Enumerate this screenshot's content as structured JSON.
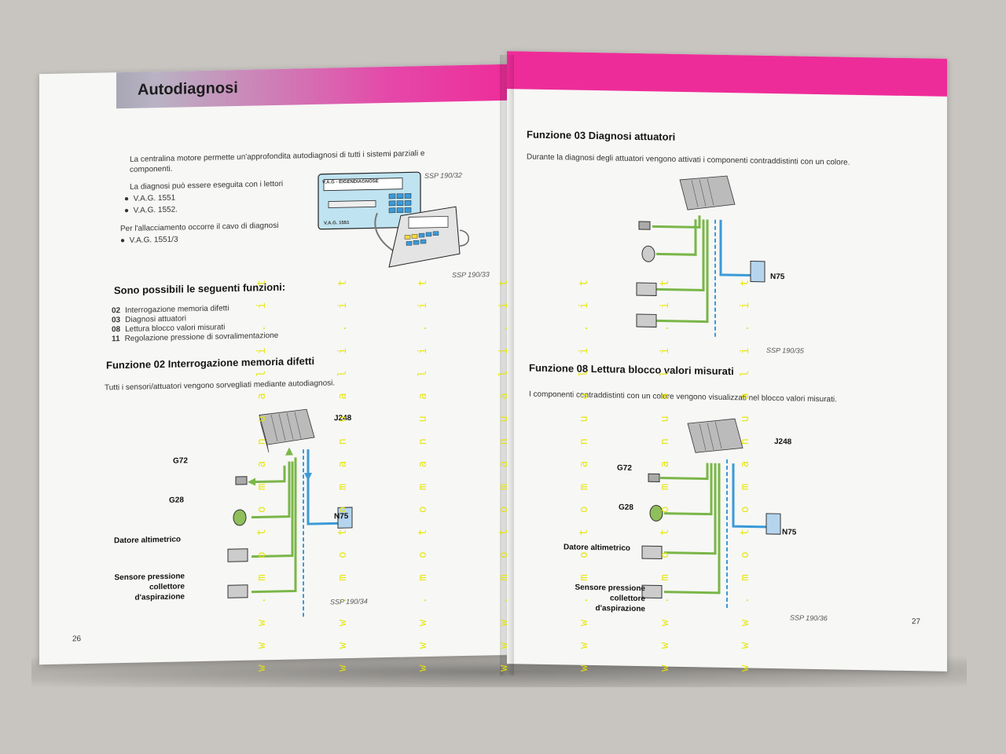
{
  "left": {
    "header_title": "Autodiagnosi",
    "intro": "La centralina motore permette un'approfondita autodiagnosi di tutti i sistemi parziali e componenti.",
    "readers_intro": "La diagnosi può essere eseguita con i lettori",
    "readers": [
      "V.A.G. 1551",
      "V.A.G. 1552."
    ],
    "cable_intro": "Per l'allacciamento occorre il cavo di diagnosi",
    "cable": [
      "V.A.G. 1551/3"
    ],
    "ssp_tester1": "SSP 190/32",
    "ssp_tester2": "SSP 190/33",
    "tester_brand": "V.A.G - EIGENDIAGNOSE",
    "tester_model": "V.A.G. 1551",
    "functions_heading": "Sono possibili le seguenti funzioni:",
    "functions": [
      {
        "code": "02",
        "label": "Interrogazione memoria difetti"
      },
      {
        "code": "03",
        "label": "Diagnosi attuatori"
      },
      {
        "code": "08",
        "label": "Lettura blocco valori misurati"
      },
      {
        "code": "11",
        "label": "Regolazione pressione di sovralimentazione"
      }
    ],
    "func02_heading": "Funzione 02 Interrogazione memoria difetti",
    "func02_text": "Tutti i sensori/attuatori vengono sorvegliati mediante autodiagnosi.",
    "labels": {
      "j248": "J248",
      "g72": "G72",
      "g28": "G28",
      "datore": "Datore altimetrico",
      "sensore": "Sensore pressione collettore d'aspirazione",
      "n75": "N75"
    },
    "ssp_diagram": "SSP 190/34",
    "page_number": "26"
  },
  "right": {
    "func03_heading": "Funzione 03 Diagnosi attuatori",
    "func03_text": "Durante la diagnosi degli attuatori vengono attivati i componenti contraddistinti con un colore.",
    "n75_top": "N75",
    "ssp_top": "SSP 190/35",
    "func08_heading": "Funzione 08 Lettura blocco valori misurati",
    "func08_text": "I componenti contraddistinti con un colore vengono visualizzati nel blocco valori misurati.",
    "labels": {
      "j248": "J248",
      "g72": "G72",
      "g28": "G28",
      "datore": "Datore altimetrico",
      "sensore": "Sensore pressione collettore d'aspirazione",
      "n75": "N75"
    },
    "ssp_bottom": "SSP 190/36",
    "page_number": "27"
  },
  "watermark": "w w w . m o t o m a n u a l i . i t",
  "colors": {
    "magenta": "#ee2c99",
    "green": "#7ab648",
    "blue": "#3a9ad9",
    "yellow": "#e6e600"
  }
}
